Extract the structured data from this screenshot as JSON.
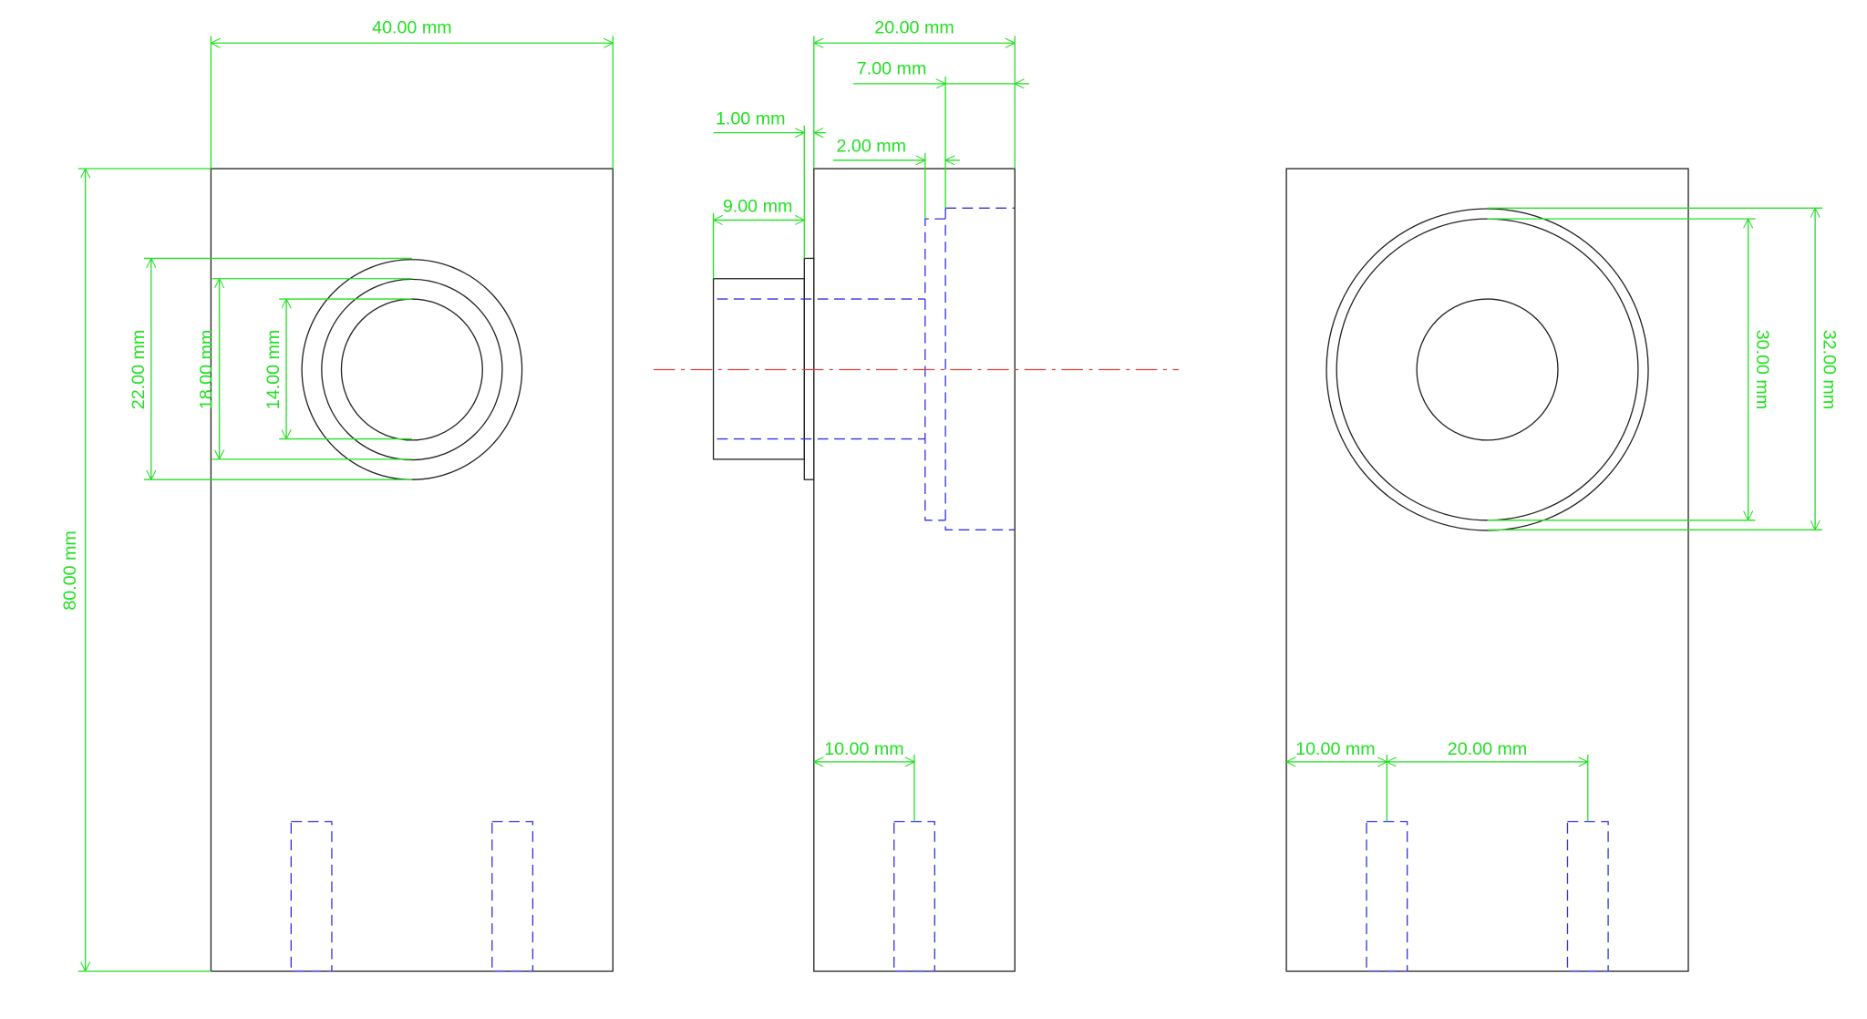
{
  "colors": {
    "object": "#222222",
    "hidden": "#3333dd",
    "center": "#e04040",
    "dimension": "#22e022"
  },
  "front_view": {
    "width": "40.00 mm",
    "height": "80.00 mm",
    "outer_diameter": "22.00 mm",
    "middle_diameter": "18.00 mm",
    "inner_diameter": "14.00 mm"
  },
  "side_view": {
    "depth": "20.00 mm",
    "counterbore_depth": "7.00 mm",
    "flange_thickness": "1.00 mm",
    "step_depth": "2.00 mm",
    "boss_length": "9.00 mm",
    "pin_offset": "10.00 mm"
  },
  "rear_view": {
    "bore_diameter_30": "30.00 mm",
    "bore_diameter_32": "32.00 mm",
    "pin_offset": "10.00 mm",
    "pin_spacing": "20.00 mm"
  }
}
